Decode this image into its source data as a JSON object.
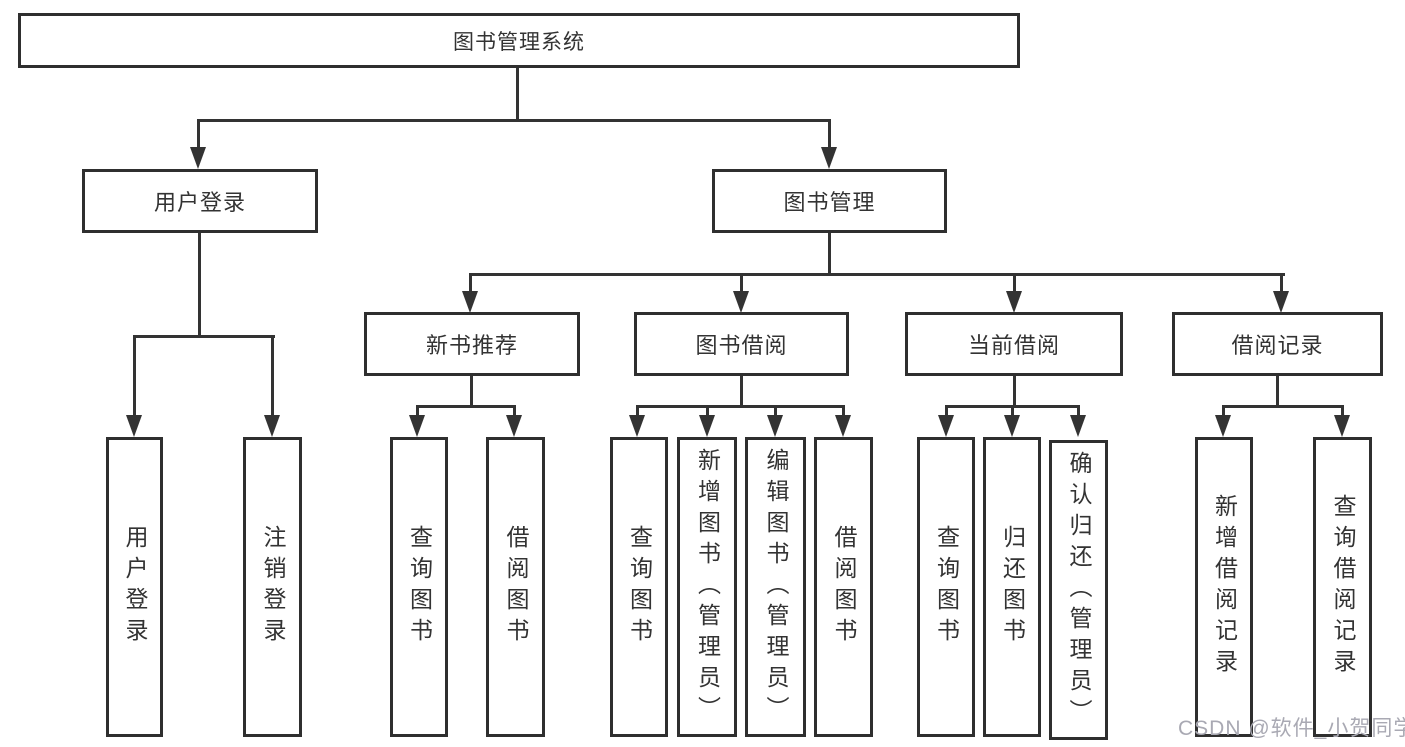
{
  "diagram": {
    "root": {
      "label": "图书管理系统"
    },
    "level2": {
      "user_login": {
        "label": "用户登录"
      },
      "book_management": {
        "label": "图书管理"
      }
    },
    "level3": {
      "new_book_recommendation": {
        "label": "新书推荐"
      },
      "book_borrowing": {
        "label": "图书借阅"
      },
      "current_borrowing": {
        "label": "当前借阅"
      },
      "borrowing_records": {
        "label": "借阅记录"
      }
    },
    "leaves": {
      "user_login": [
        "用户登录",
        "注销登录"
      ],
      "new_book_recommendation": [
        "查询图书",
        "借阅图书"
      ],
      "book_borrowing": [
        "查询图书",
        "新增图书（管理员）",
        "编辑图书（管理员）",
        "借阅图书"
      ],
      "current_borrowing": [
        "查询图书",
        "归还图书",
        "确认归还（管理员）"
      ],
      "borrowing_records": [
        "新增借阅记录",
        "查询借阅记录"
      ]
    }
  },
  "watermark": {
    "text": "CSDN @软件_小贺同学"
  },
  "colors": {
    "line": "#333333",
    "box_border": "#2f2f2f",
    "text": "#333333",
    "watermark": "#a9a9b3"
  }
}
